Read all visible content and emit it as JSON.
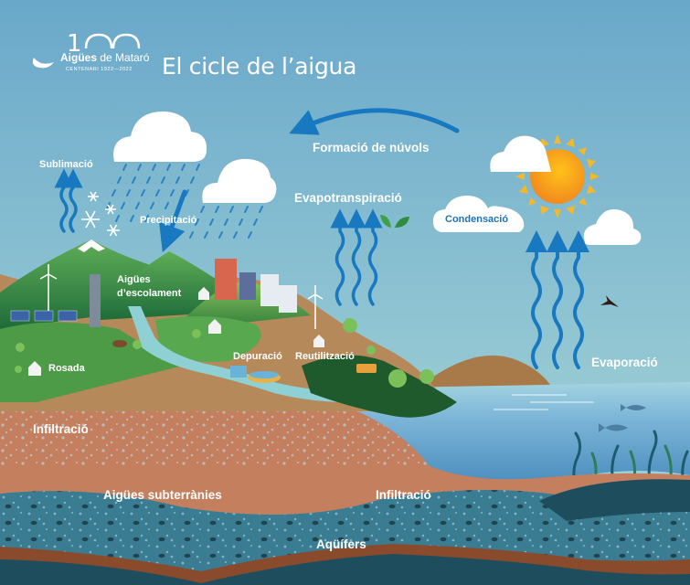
{
  "header": {
    "logo": {
      "number": "1",
      "brand_bold": "Aigües",
      "brand_rest": " de Mataró",
      "subtitle": "CENTENARI 1922—2022"
    },
    "title": "El cicle de l’aigua"
  },
  "labels": {
    "sublimacio": "Sublimació",
    "precipitacio": "Precipitació",
    "formacio_nuvols": "Formació de núvols",
    "evapotranspiracio": "Evapotranspiració",
    "condensacio": "Condensació",
    "aigues_escolament_1": "Aigües",
    "aigues_escolament_2": "d’escolament",
    "rosada": "Rosada",
    "depuracio": "Depuració",
    "reutilitzacio": "Reutilització",
    "evaporacio": "Evaporació",
    "infiltracio_top": "Infiltració",
    "aigues_subterranies": "Aigües subterrànies",
    "infiltracio_bottom": "Infiltració",
    "aquifers": "Aqüífers"
  },
  "colors": {
    "sky_top": "#6aa8ca",
    "sky_bottom": "#a3d4d4",
    "arrow_blue": "#1878c0",
    "soil": "#c47f5e",
    "aquifer": "#3a7d92",
    "deep": "#1e4e5e",
    "sea": "#6fa9cf",
    "sun": "#f7a21b"
  },
  "icons": [
    "logo-wave-icon",
    "cloud-icon",
    "sun-icon",
    "snowflake-icon",
    "leaf-icon",
    "bird-icon",
    "fish-icon",
    "house-icon",
    "wind-turbine-icon",
    "solar-panel-icon",
    "tree-icon",
    "truck-icon",
    "cow-icon",
    "seaweed-icon"
  ]
}
